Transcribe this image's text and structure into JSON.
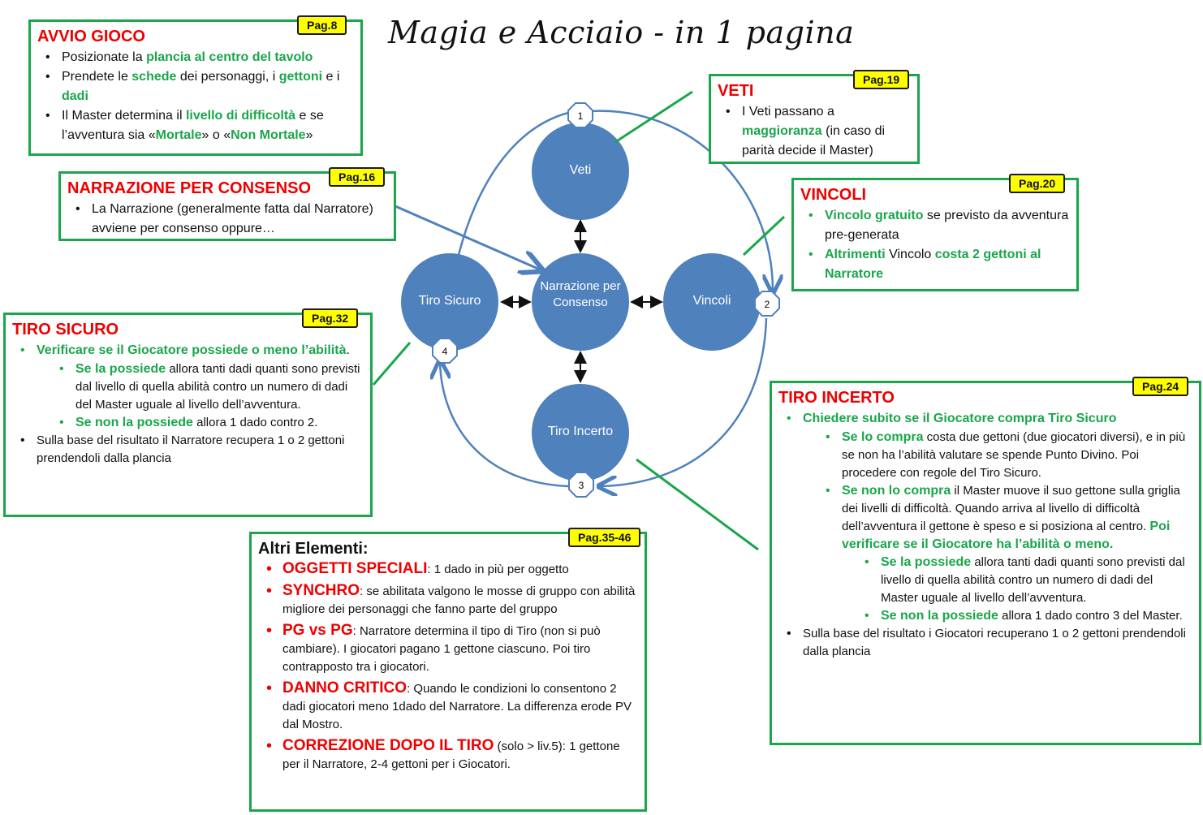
{
  "title": "Magia e Acciaio - in 1 pagina",
  "diagram": {
    "center": "Narrazione per Consenso",
    "top": "Veti",
    "right": "Vincoli",
    "bottom": "Tiro Incerto",
    "left": "Tiro Sicuro",
    "badges": [
      "1",
      "2",
      "3",
      "4"
    ]
  },
  "colors": {
    "border": "#1aa64a",
    "accent_red": "#e00000",
    "circle": "#4f81bd",
    "pag_bg": "#ffff00"
  },
  "avvio": {
    "title": "AVVIO GIOCO",
    "pag": "Pag.8",
    "b1_t1": "Posizionate la ",
    "b1_g1": "plancia al centro del tavolo",
    "b2_t1": "Prendete le ",
    "b2_g1": "schede",
    "b2_t2": " dei personaggi, i ",
    "b2_g2": "gettoni",
    "b2_t3": " e i ",
    "b2_g3": "dadi",
    "b3_t1": "Il Master determina il ",
    "b3_g1": "livello di difficoltà",
    "b3_t2": " e se l’avventura sia «",
    "b3_g2": "Mortale",
    "b3_t3": "» o «",
    "b3_g3": "Non Mortale",
    "b3_t4": "»"
  },
  "narrazione": {
    "title": "NARRAZIONE PER CONSENSO",
    "pag": "Pag.16",
    "b1": "La Narrazione (generalmente fatta dal Narratore)  avviene per consenso oppure…"
  },
  "veti": {
    "title": "VETI",
    "pag": "Pag.19",
    "b1_t1": "I Veti passano a ",
    "b1_g1": "maggioranza",
    "b1_t2": "  (in caso di parità decide il Master)"
  },
  "vincoli": {
    "title": "VINCOLI",
    "pag": "Pag.20",
    "b1_g1": "Vincolo gratuito",
    "b1_t1": "  se previsto da avventura pre-generata",
    "b2_g1": "Altrimenti",
    "b2_t1": "  Vincolo ",
    "b2_g2": "costa 2 gettoni al Narratore"
  },
  "tiro_sicuro": {
    "title": "TIRO SICURO",
    "pag": "Pag.32",
    "b1_g1": "Verificare se il Giocatore possiede o meno l’abilità",
    "b1_t1": ".",
    "s1_g1": "Se la possiede",
    "s1_t1": "  allora tanti dadi quanti sono previsti dal livello di quella abilità contro un numero di dadi del Master uguale al livello dell’avventura.",
    "s2_g1": "Se non la possiede",
    "s2_t1": "  allora 1 dado contro 2.",
    "b2": "Sulla base del risultato il Narratore recupera 1 o 2 gettoni prendendoli dalla plancia"
  },
  "tiro_incerto": {
    "title": "TIRO INCERTO",
    "pag": "Pag.24",
    "b1_g1": "Chiedere subito se il Giocatore compra Tiro Sicuro",
    "s1_g1": "Se lo compra",
    "s1_t1": " costa due gettoni (due giocatori diversi), e in più se non ha l’abilità valutare se spende Punto Divino. Poi procedere con regole del Tiro Sicuro.",
    "s2_g1": "Se non lo compra",
    "s2_t1": " il Master muove il suo gettone sulla griglia dei livelli di difficoltà. Quando arriva al livello di difficoltà dell’avventura il gettone è speso e si posiziona al centro. ",
    "s2_g2": "Poi verificare se il Giocatore ha l’abilità o meno.",
    "ss1_g1": "Se la possiede",
    "ss1_t1": " allora tanti dadi quanti sono previsti dal livello di quella abilità contro un numero di dadi del Master uguale al livello dell’avventura.",
    "ss2_g1": "Se non la possiede",
    "ss2_t1": "  allora 1 dado contro 3 del Master.",
    "b2": "Sulla base del risultato i Giocatori recuperano 1 o 2 gettoni prendendoli dalla plancia"
  },
  "altri": {
    "title": "Altri Elementi:",
    "pag": "Pag.35-46",
    "i1_r": "OGGETTI SPECIALI",
    "i1_t": ": 1 dado in più per oggetto",
    "i2_r": "SYNCHRO",
    "i2_t": ": se abilitata  valgono le mosse di gruppo con abilità migliore dei personaggi che fanno parte del gruppo",
    "i3_r": "PG vs PG",
    "i3_t": ": Narratore determina il tipo di Tiro (non si può cambiare). I giocatori pagano 1 gettone ciascuno. Poi tiro contrapposto tra i giocatori.",
    "i4_r": "DANNO CRITICO",
    "i4_t": ": Quando le condizioni lo consentono 2 dadi giocatori meno 1dado del Narratore. La differenza erode PV dal Mostro.",
    "i5_r": "CORREZIONE DOPO IL TIRO",
    "i5_t1": " (solo > liv.5)",
    "i5_t2": ": 1 gettone per il Narratore, 2-4 gettoni per i Giocatori."
  }
}
